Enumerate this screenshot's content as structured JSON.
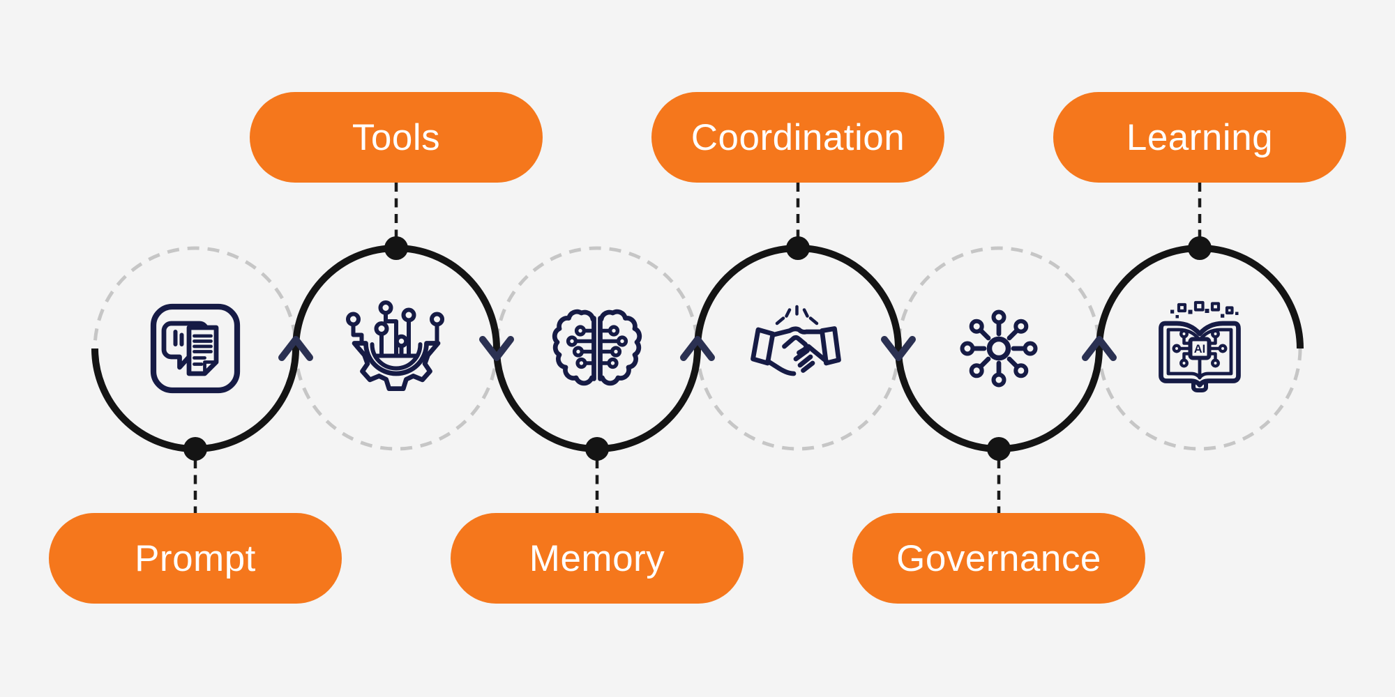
{
  "palette": {
    "background": "#f4f4f4",
    "pill": "#f5771c",
    "pill_text": "#ffffff",
    "icon": "#161b45",
    "wave": "#141414",
    "dot": "#141414",
    "dashed_circle": "#c6c6c6",
    "arrow": "#2b3152",
    "connector": "#1a1a1a"
  },
  "nodes": [
    {
      "label": "Prompt",
      "icon": "prompt-chat-document-icon",
      "label_position": "bottom"
    },
    {
      "label": "Tools",
      "icon": "gear-circuit-icon",
      "label_position": "top"
    },
    {
      "label": "Memory",
      "icon": "brain-circuit-icon",
      "label_position": "bottom"
    },
    {
      "label": "Coordination",
      "icon": "handshake-icon",
      "label_position": "top"
    },
    {
      "label": "Governance",
      "icon": "network-hub-icon",
      "label_position": "bottom"
    },
    {
      "label": "Learning",
      "icon": "ai-book-icon",
      "label_position": "top",
      "chip_text": "AI"
    }
  ]
}
